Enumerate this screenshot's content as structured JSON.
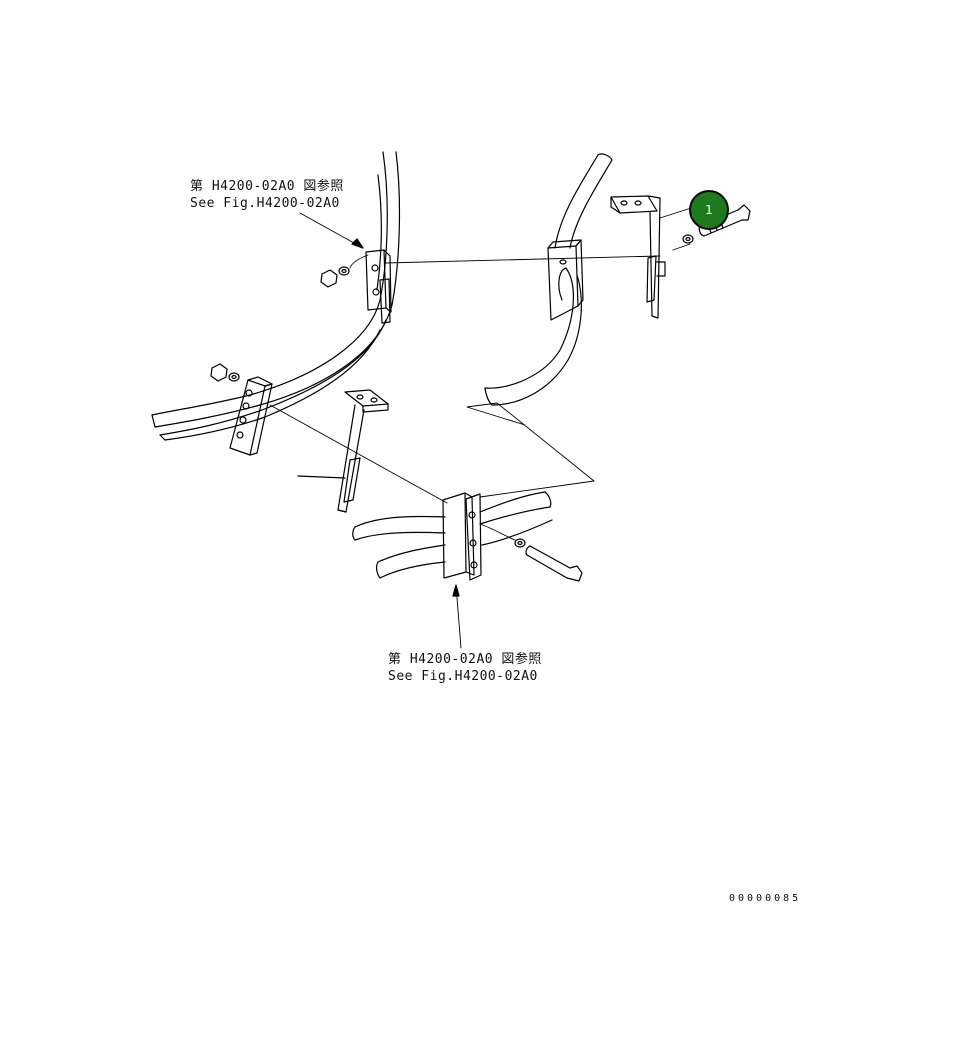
{
  "callouts": [
    {
      "number": "1",
      "color": "#1f7a1f"
    }
  ],
  "references": {
    "top": {
      "line_jp": "第 H4200-02A0 図参照",
      "line_en": "See Fig.H4200-02A0"
    },
    "bottom": {
      "line_jp": "第 H4200-02A0 図参照",
      "line_en": "See Fig.H4200-02A0"
    }
  },
  "drawing_code": "00000085"
}
